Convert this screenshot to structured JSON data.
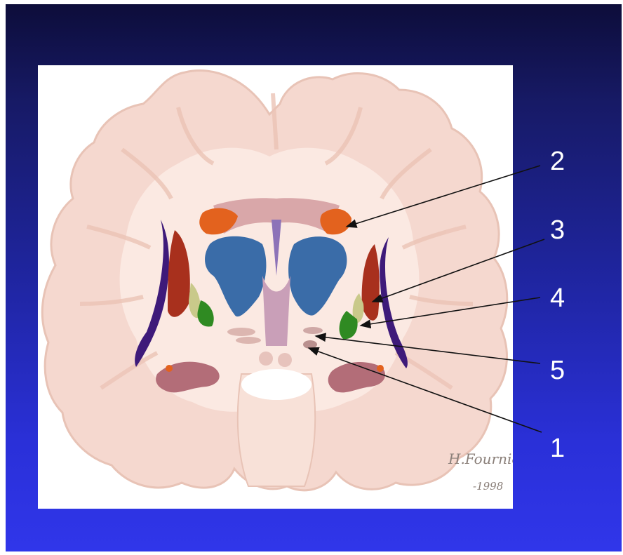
{
  "labels": [
    {
      "id": "1",
      "text": "1"
    },
    {
      "id": "2",
      "text": "2"
    },
    {
      "id": "3",
      "text": "3"
    },
    {
      "id": "4",
      "text": "4"
    },
    {
      "id": "5",
      "text": "5"
    }
  ],
  "signature": {
    "name": "H.Fournié",
    "year": "-1998"
  },
  "colors": {
    "background_top": "#0d0d3a",
    "background_bottom": "#3036ea",
    "brain_tissue": "#f5d8cf",
    "caudate": "#3a6ca8",
    "putamen": "#a8301d",
    "globus_pallidus": "#c9c98a",
    "green_nucleus": "#2f8a22",
    "claustrum": "#3e1a7a",
    "orange_structure": "#e3621e"
  }
}
